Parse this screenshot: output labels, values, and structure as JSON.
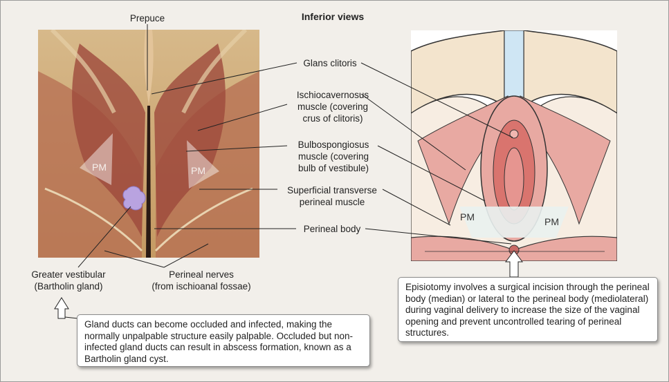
{
  "header": {
    "title": "Inferior views"
  },
  "labels": {
    "prepuce": "Prepuce",
    "glans_clitoris": "Glans clitoris",
    "ischiocavernosus": [
      "Ischiocavernosus",
      "muscle (covering",
      "crus of clitoris)"
    ],
    "bulbospongiosus": [
      "Bulbospongiosus",
      "muscle (covering",
      "bulb of vestibule)"
    ],
    "superficial_transverse": [
      "Superficial transverse",
      "perineal muscle"
    ],
    "perineal_body": "Perineal body",
    "greater_vestibular": [
      "Greater vestibular",
      "(Bartholin gland)"
    ],
    "perineal_nerves": [
      "Perineal nerves",
      "(from ischioanal fossae)"
    ]
  },
  "pm_labels": {
    "photo_left": "PM",
    "photo_right": "PM",
    "illus_left": "PM",
    "illus_right": "PM"
  },
  "notes": {
    "gland_ducts": "Gland ducts can become occluded and infected, making the normally unpalpable structure easily palpable. Occluded but non-infected gland ducts can result in abscess formation, known as a Bartholin gland cyst.",
    "episiotomy": "Episiotomy involves a surgical incision through the perineal body (median) or lateral to the perineal body (mediolateral) during vaginal delivery to increase the size of the vaginal opening and prevent uncontrolled tearing of perineal structures."
  },
  "colors": {
    "muscle_fill": "#e8a9a2",
    "muscle_dark": "#c96a66",
    "bone_fill": "#f3e4cd",
    "gland": "#b9a3e0",
    "leader": "#222222"
  }
}
